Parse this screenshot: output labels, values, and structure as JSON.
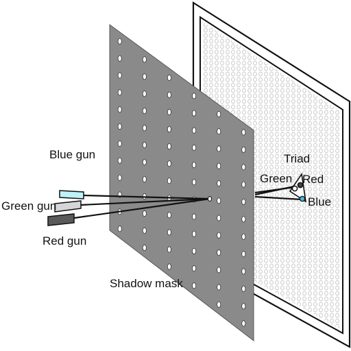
{
  "labels": {
    "blue_gun": "Blue gun",
    "green_gun": "Green gun",
    "red_gun": "Red gun",
    "shadow_mask": "Shadow mask",
    "triad": "Triad",
    "green": "Green",
    "red": "Red",
    "blue": "Blue"
  },
  "colors": {
    "mask": "#8a8a8a",
    "mask_hole": "#ffffff",
    "screen_frame": "#ffffff",
    "screen_dots": "#c9c9c9",
    "blue_gun": "#bff1f9",
    "green_gun": "#d6d6d6",
    "red_gun": "#5a5a5a",
    "beam": "#111111",
    "blue_phosphor": "#3fc0d8"
  }
}
